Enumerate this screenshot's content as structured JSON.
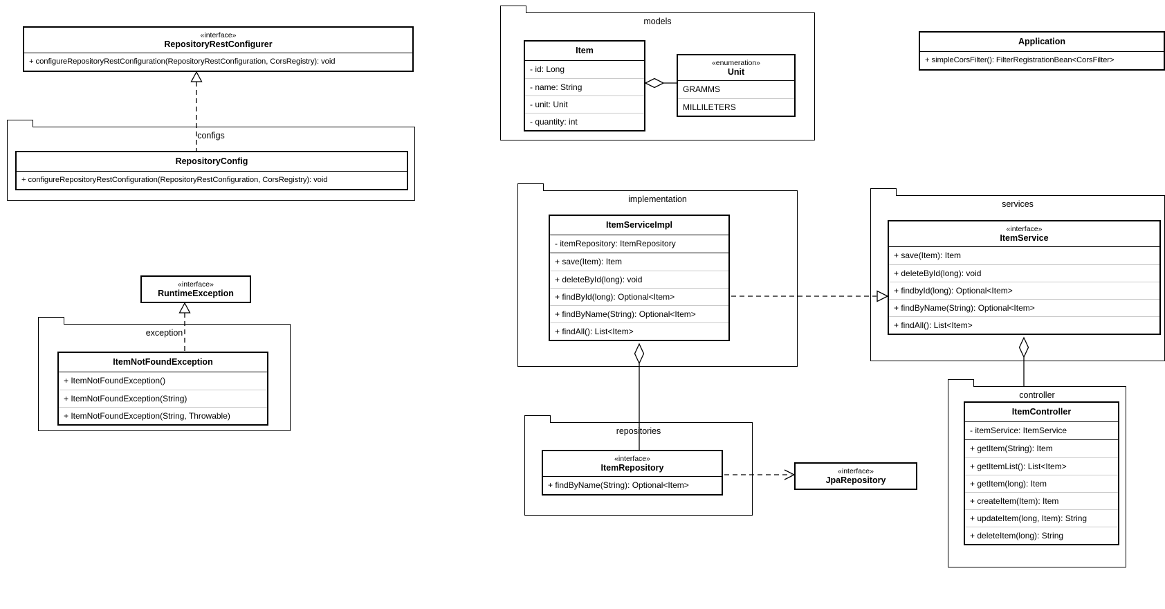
{
  "diagram": {
    "title": "UML class diagram",
    "colors": {
      "stroke": "#000000",
      "background": "#ffffff",
      "row_divider": "#c9c9c9"
    }
  },
  "packages": {
    "configs": {
      "label": "configs"
    },
    "models": {
      "label": "models"
    },
    "exception": {
      "label": "exception"
    },
    "implementation": {
      "label": "implementation"
    },
    "services": {
      "label": "services"
    },
    "repositories": {
      "label": "repositories"
    },
    "controller": {
      "label": "controller"
    }
  },
  "classes": {
    "repository_rest_configurer": {
      "stereotype": "«interface»",
      "name": "RepositoryRestConfigurer",
      "methods": [
        "+ configureRepositoryRestConfiguration(RepositoryRestConfiguration, CorsRegistry): void"
      ]
    },
    "repository_config": {
      "name": "RepositoryConfig",
      "methods": [
        "+ configureRepositoryRestConfiguration(RepositoryRestConfiguration, CorsRegistry): void"
      ]
    },
    "runtime_exception": {
      "stereotype": "«interface»",
      "name": "RuntimeException"
    },
    "item_not_found_exception": {
      "name": "ItemNotFoundException",
      "methods": [
        "+ ItemNotFoundException()",
        "+ ItemNotFoundException(String)",
        "+ ItemNotFoundException(String, Throwable)"
      ]
    },
    "item": {
      "name": "Item",
      "attributes": [
        "- id: Long",
        "- name: String",
        "- unit: Unit",
        "- quantity: int"
      ]
    },
    "unit": {
      "stereotype": "«enumeration»",
      "name": "Unit",
      "values": [
        "GRAMMS",
        "MILLILETERS"
      ]
    },
    "application": {
      "name": "Application",
      "methods": [
        "+ simpleCorsFilter(): FilterRegistrationBean<CorsFilter>"
      ]
    },
    "item_service_impl": {
      "name": "ItemServiceImpl",
      "attributes": [
        "- itemRepository: ItemRepository"
      ],
      "methods": [
        "+ save(Item): Item",
        "+ deleteById(long): void",
        "+ findById(long): Optional<Item>",
        "+ findByName(String): Optional<Item>",
        "+ findAll(): List<Item>"
      ]
    },
    "item_service": {
      "stereotype": "«interface»",
      "name": "ItemService",
      "methods": [
        "+ save(Item): Item",
        "+ deleteById(long): void",
        "+ findbyId(long): Optional<Item>",
        "+ findByName(String): Optional<Item>",
        "+ findAll(): List<Item>"
      ]
    },
    "item_repository": {
      "stereotype": "«interface»",
      "name": "ItemRepository",
      "methods": [
        "+ findByName(String): Optional<Item>"
      ]
    },
    "jpa_repository": {
      "stereotype": "«interface»",
      "name": "JpaRepository"
    },
    "item_controller": {
      "name": "ItemController",
      "attributes": [
        "- itemService: ItemService"
      ],
      "methods": [
        "+ getItem(String): Item",
        "+ getItemList(): List<Item>",
        "+ getItem(long): Item",
        "+ createItem(Item): Item",
        "+ updateItem(long, Item): String",
        "+ deleteItem(long): String"
      ]
    }
  },
  "relationships": [
    {
      "type": "realization",
      "from": "RepositoryConfig",
      "to": "RepositoryRestConfigurer"
    },
    {
      "type": "realization",
      "from": "ItemNotFoundException",
      "to": "RuntimeException"
    },
    {
      "type": "aggregation",
      "from": "Item",
      "to": "Unit"
    },
    {
      "type": "realization",
      "from": "ItemServiceImpl",
      "to": "ItemService"
    },
    {
      "type": "aggregation",
      "from": "ItemServiceImpl",
      "to": "ItemRepository"
    },
    {
      "type": "dependency",
      "from": "ItemRepository",
      "to": "JpaRepository"
    },
    {
      "type": "aggregation",
      "from": "ItemService",
      "to": "ItemController"
    }
  ]
}
